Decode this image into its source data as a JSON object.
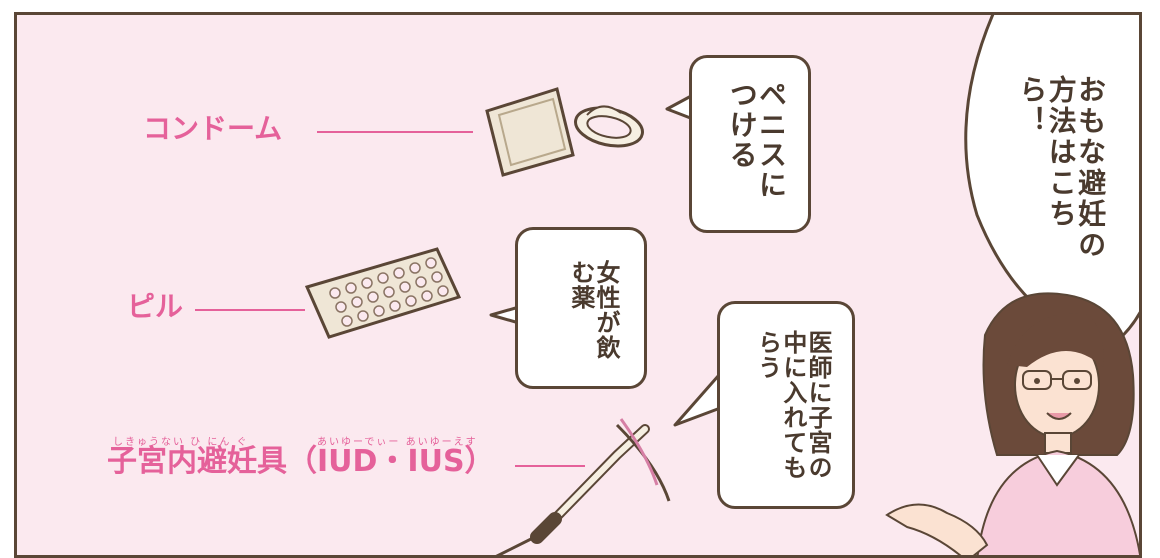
{
  "methods": {
    "condom": {
      "label": "コンドーム"
    },
    "pill": {
      "label": "ピル"
    },
    "iud": {
      "label": "子宮内避妊具（IUD・IUS）",
      "ruby_kanji": "しきゅうない ひ にん ぐ",
      "ruby_abbr": "あいゆーでぃー あいゆーえす"
    }
  },
  "bubbles": {
    "condom_note": "ペニスにつける",
    "pill_note": "女性が飲む薬",
    "iud_note": "医師に子宮の中に入れてもらう",
    "speaker": "おもな避妊の方法はこちら！"
  },
  "colors": {
    "panel_bg": "#fbe9ef",
    "label_pink": "#e5619a",
    "outline": "#5a4636"
  }
}
